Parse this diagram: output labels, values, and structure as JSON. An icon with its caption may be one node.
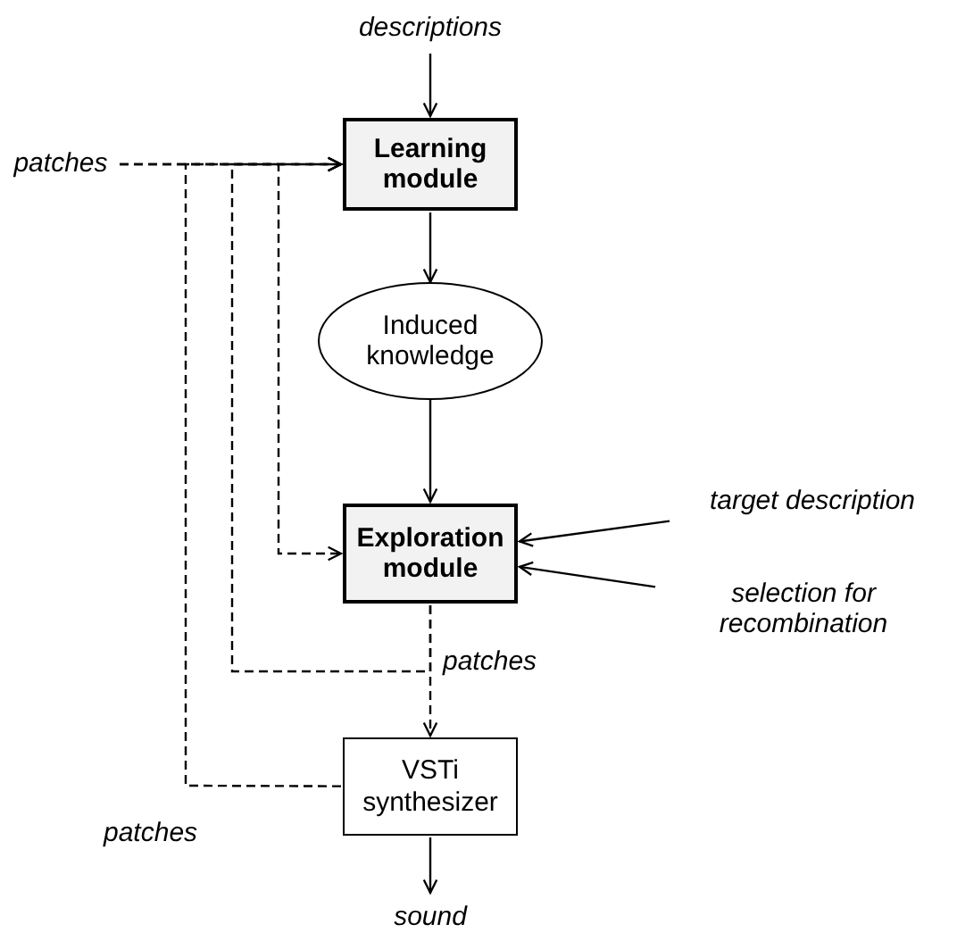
{
  "diagram": {
    "nodes": [
      {
        "text": [
          "descriptions"
        ]
      },
      {
        "text": [
          "patches"
        ]
      },
      {
        "text": [
          "Learning module"
        ]
      },
      {
        "text": [
          "Induced knowledge"
        ]
      },
      {
        "text": [
          "target description"
        ]
      },
      {
        "text": [
          "Exploration module"
        ]
      },
      {
        "text": [
          "selection for recombination"
        ]
      },
      {
        "text": [
          "VSTi synthesizer"
        ]
      },
      {
        "text": [
          "sound"
        ]
      }
    ],
    "edges": [
      {
        "from": 0,
        "to": 2,
        "arrow": "to"
      },
      {
        "from": 1,
        "to": 2,
        "arrow": "to",
        "style": "dashed"
      },
      {
        "from": 1,
        "to": 5,
        "arrow": "to",
        "style": "dashed"
      },
      {
        "from": 2,
        "to": 3,
        "arrow": "to"
      },
      {
        "from": 3,
        "to": 5,
        "arrow": "to"
      },
      {
        "from": 4,
        "to": 5,
        "arrow": "to"
      },
      {
        "from": 6,
        "to": 5,
        "arrow": "to"
      },
      {
        "from": 5,
        "to": 7,
        "arrow": "to",
        "style": "dashed",
        "label": "patches"
      },
      {
        "from": 5,
        "to": 2,
        "arrow": "to",
        "style": "dashed"
      },
      {
        "from": 7,
        "to": 2,
        "arrow": "to",
        "style": "dashed",
        "label": "patches"
      },
      {
        "from": 7,
        "to": 8,
        "arrow": "to"
      }
    ]
  }
}
